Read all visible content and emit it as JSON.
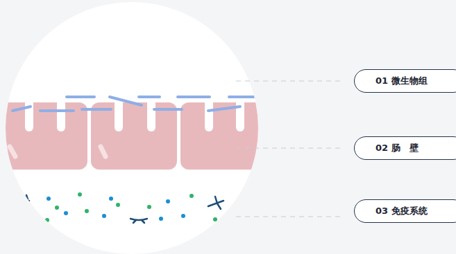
{
  "diagram": {
    "nodes": [
      {
        "text": [
          "01 微生物组"
        ]
      },
      {
        "text": [
          "02 肠　壁"
        ]
      },
      {
        "text": [
          "03 免疫系统"
        ]
      }
    ]
  }
}
